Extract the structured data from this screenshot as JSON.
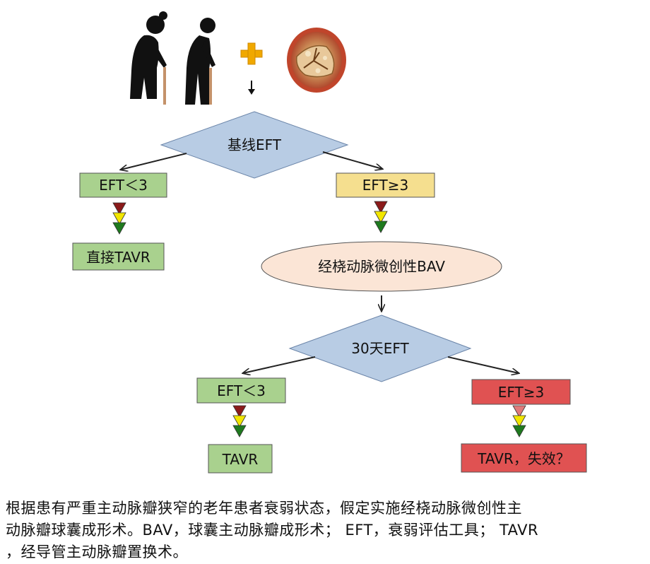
{
  "diagram": {
    "top_group": {
      "plus_symbol": "+"
    },
    "nodes": {
      "baseline": "基线EFT",
      "eft_lt3_top": "EFT＜3",
      "eft_ge3_top": "EFT≥3",
      "direct_tavr": "直接TAVR",
      "bav": "经桡动脉微创性BAV",
      "day30": "30天EFT",
      "eft_lt3_bottom": "EFT＜3",
      "eft_ge3_bottom": "EFT≥3",
      "tavr": "TAVR",
      "tavr_fail": "TAVR，失效？"
    },
    "colors": {
      "diamond": "#b8cce4",
      "green_box": "#a9d18e",
      "yellow_box": "#f5df8f",
      "red_box": "#e05252",
      "ellipse": "#fbe5d6",
      "traffic_red": "#8b1a1a",
      "traffic_yellow": "#f2e600",
      "traffic_green": "#1e7a1e"
    }
  },
  "caption": {
    "line1": "根据患有严重主动脉瓣狭窄的老年患者衰弱状态，假定实施经桡动脉微创性主",
    "line2": "动脉瓣球囊成形术。BAV，球囊主动脉瓣成形术；  EFT，衰弱评估工具；  TAVR",
    "line3": "，经导管主动脉瓣置换术。"
  }
}
